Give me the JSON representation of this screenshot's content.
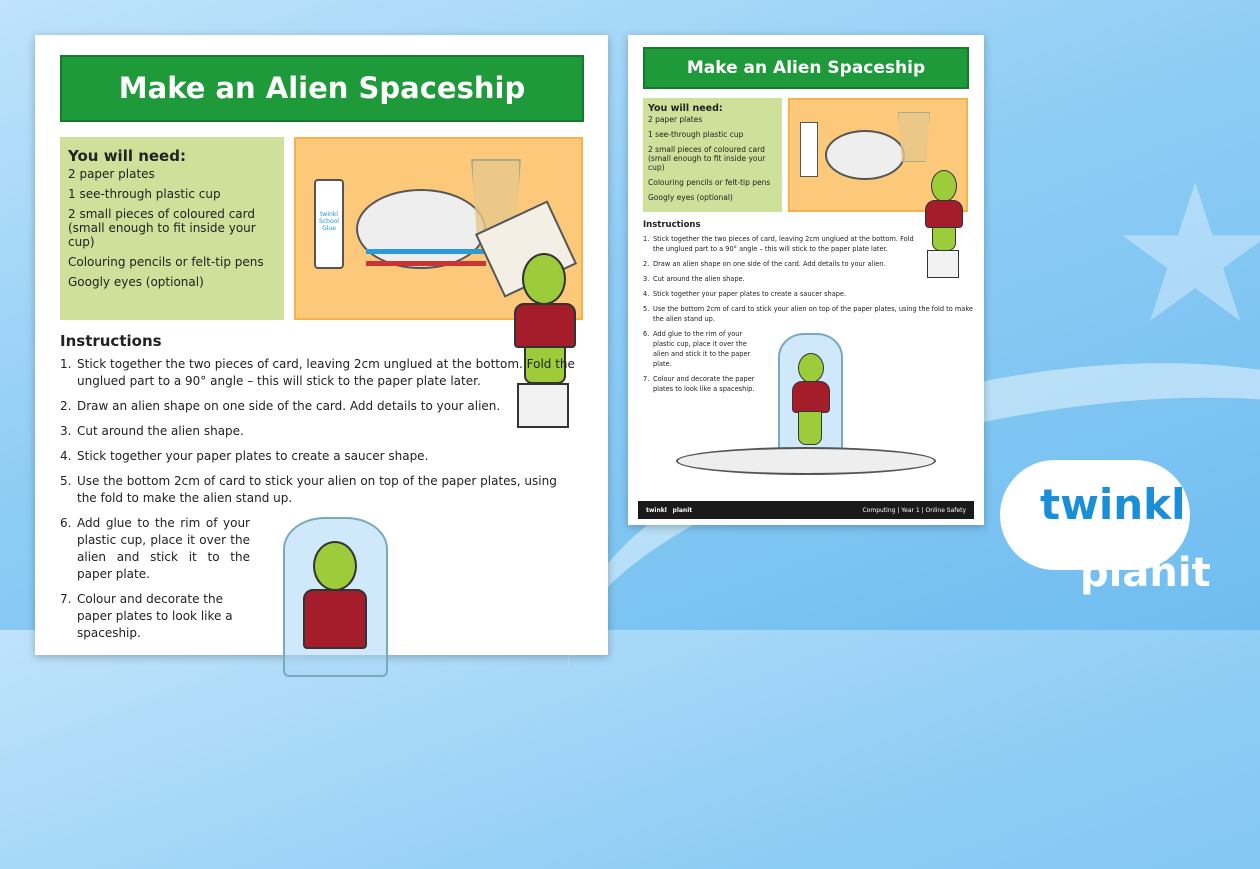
{
  "title": "Make an Alien Spaceship",
  "need": {
    "heading": "You will need:",
    "items": [
      "2 paper plates",
      "1 see-through plastic cup",
      "2 small pieces of coloured card (small enough to fit inside your cup)",
      "Colouring pencils or felt-tip pens",
      "Googly eyes (optional)"
    ]
  },
  "instructions": {
    "heading": "Instructions",
    "steps": [
      {
        "n": "1.",
        "t": "Stick together the two pieces of card, leaving 2cm unglued at the bottom. Fold the unglued part to a 90° angle – this will stick to the paper plate later."
      },
      {
        "n": "2.",
        "t": "Draw an alien shape on one side of the card. Add details to your alien."
      },
      {
        "n": "3.",
        "t": "Cut around the alien shape."
      },
      {
        "n": "4.",
        "t": "Stick together your paper plates to create a saucer shape."
      },
      {
        "n": "5.",
        "t": "Use the bottom 2cm of card to stick your alien on top of the paper plates, using the fold to make the alien stand up."
      },
      {
        "n": "6.",
        "t": "Add glue to the rim of your plastic cup, place it over the alien and stick it to the paper plate."
      },
      {
        "n": "7.",
        "t": "Colour and decorate the paper plates to look like a spaceship."
      }
    ]
  },
  "glue_label": "twinkl School Glue",
  "footer": {
    "brand": "twinkl",
    "product": "planit",
    "subject": "Computing | Year 1 | Online Safety"
  },
  "logo": {
    "brand": "twinkl",
    "product": "planit"
  },
  "colors": {
    "title_green": "#1e9a3a",
    "need_green": "#cfe09a",
    "picture_orange": "#fcc97a",
    "brand_blue": "#1a8fd8"
  }
}
